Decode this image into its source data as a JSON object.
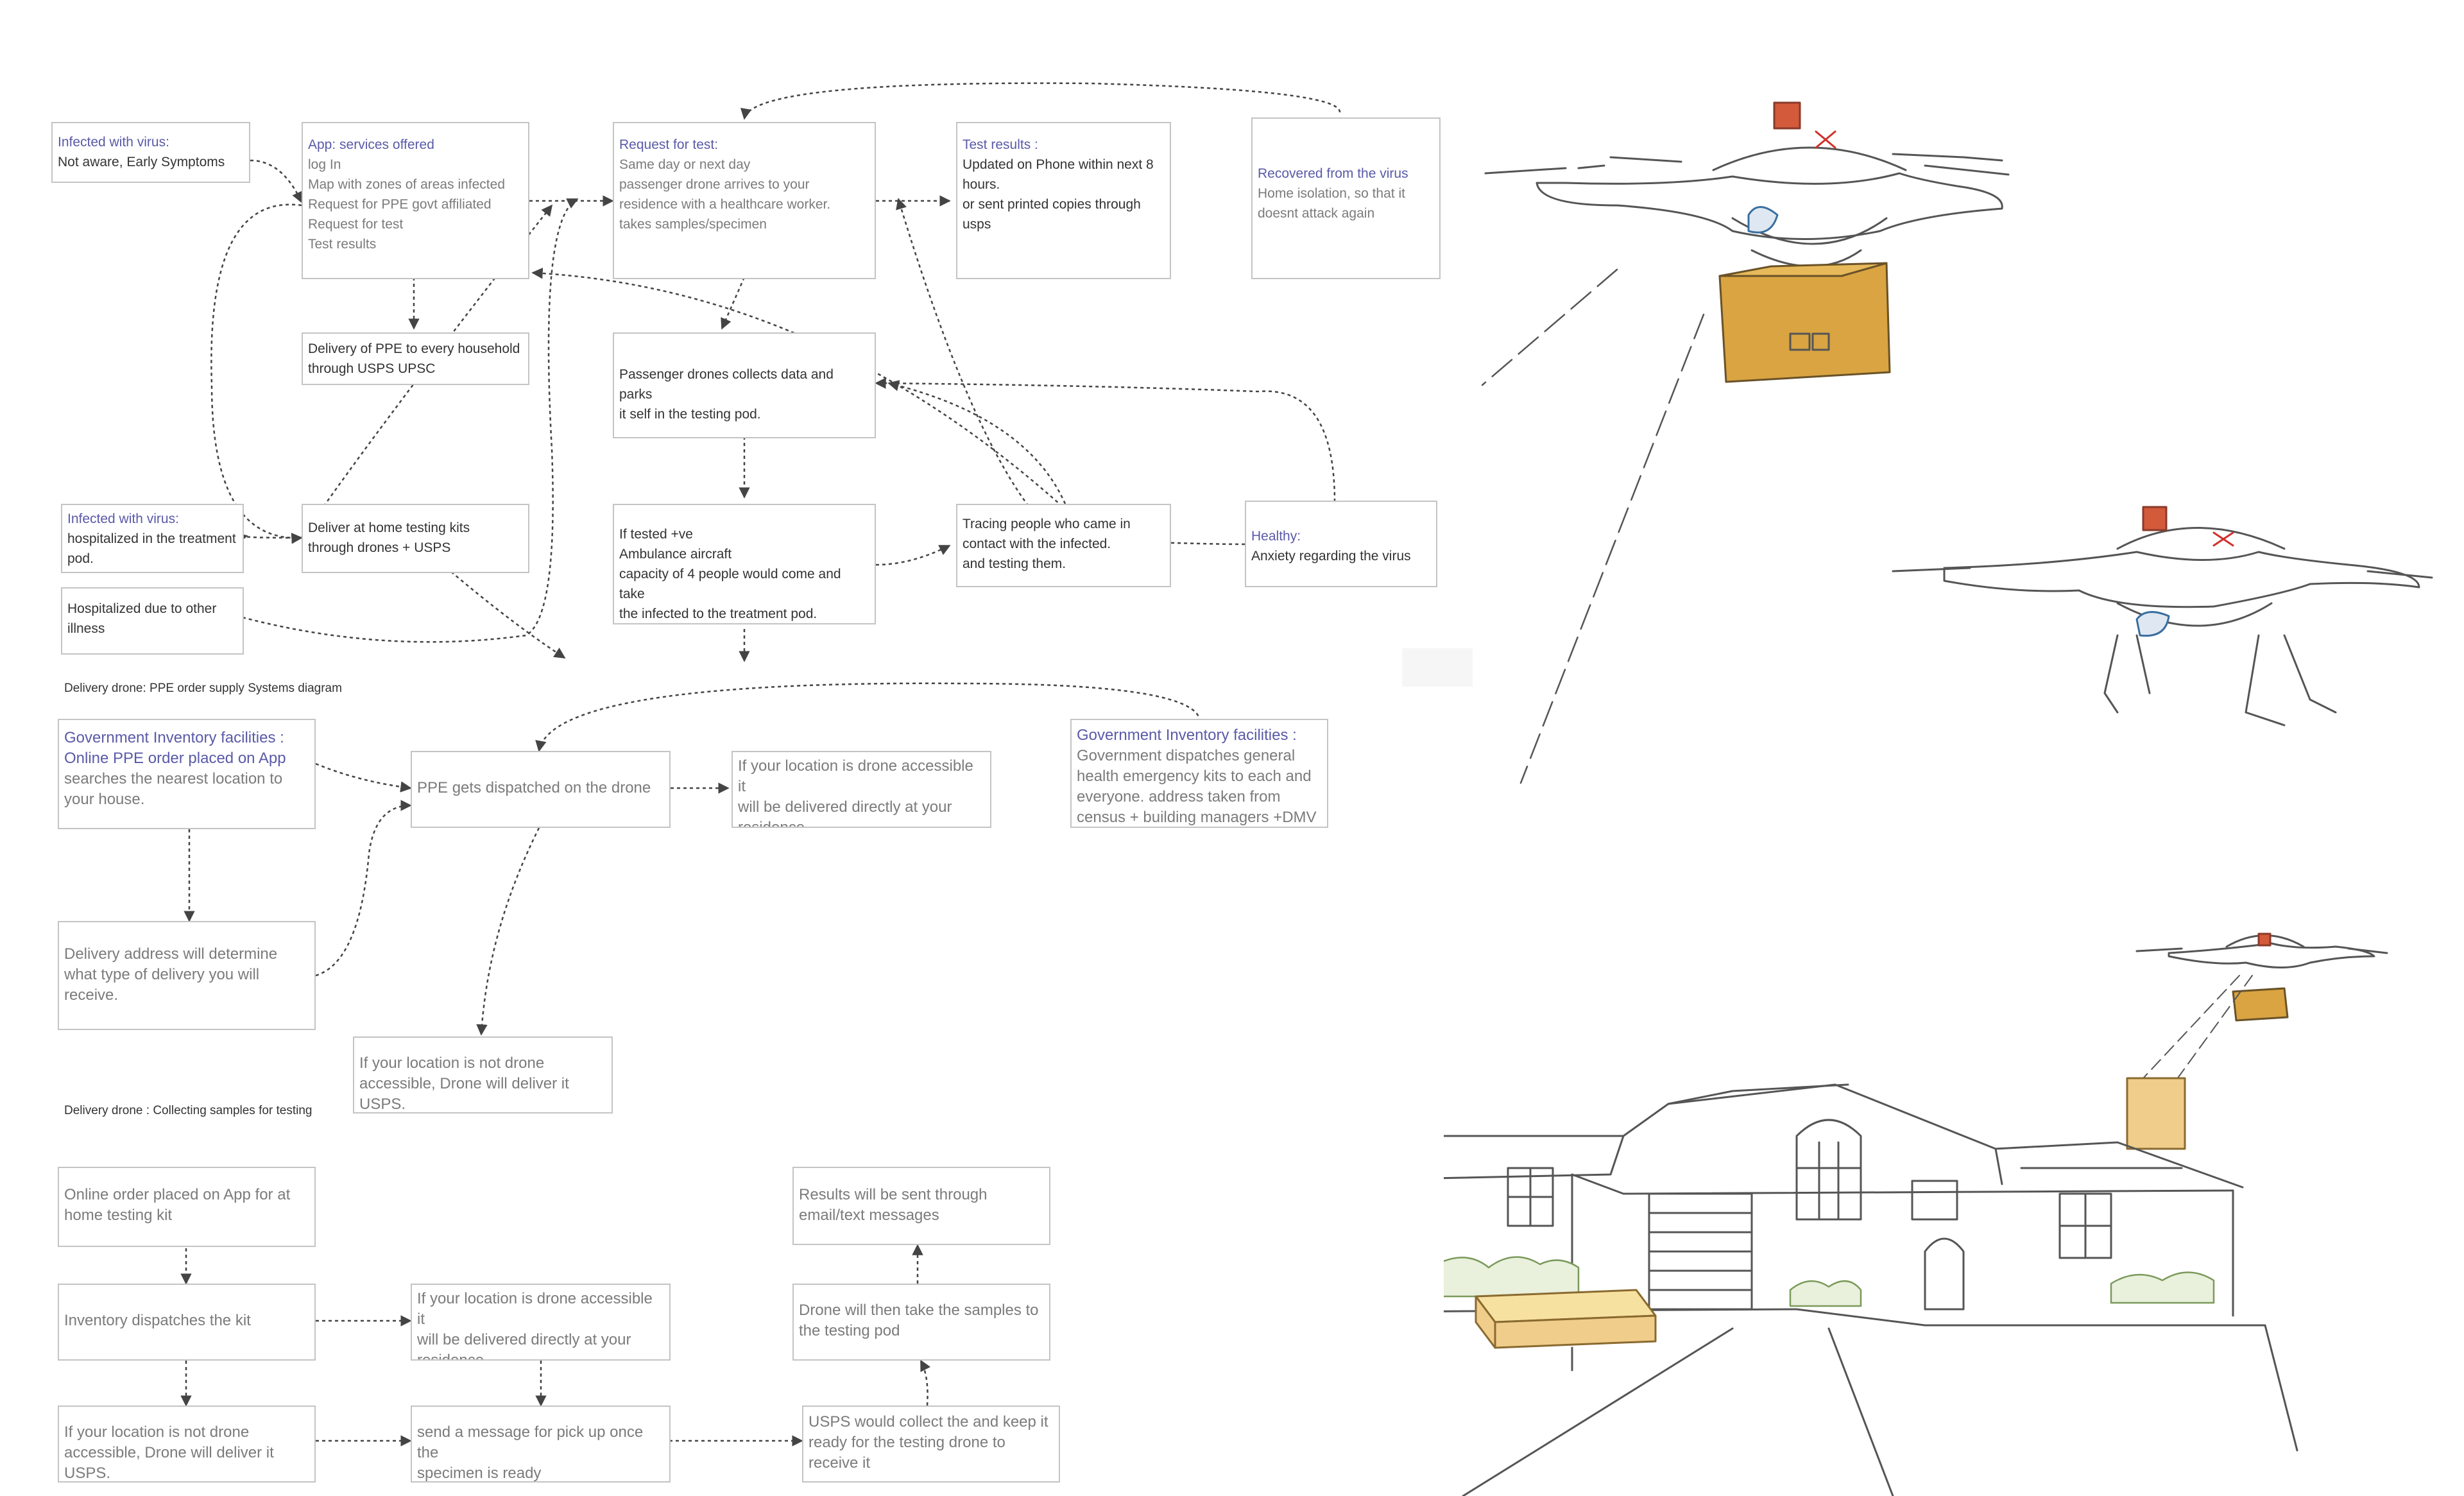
{
  "sections": {
    "ppe_title": "Delivery drone: PPE order supply Systems diagram",
    "samples_title": "Delivery drone  : Collecting samples for testing"
  },
  "top": {
    "infected1": {
      "title": "Infected with virus:",
      "lines": [
        "Not aware, Early Symptoms"
      ]
    },
    "app": {
      "title": "App: services offered",
      "lines": [
        "log In",
        "Map with zones of areas infected",
        "Request for PPE govt affiliated",
        "Request for test",
        "Test results"
      ]
    },
    "request": {
      "title": "Request for test:",
      "lines": [
        "Same day or next day",
        "passenger drone arrives to your",
        "residence with a healthcare worker.",
        "takes samples/specimen"
      ]
    },
    "results": {
      "title": "Test results :",
      "lines": [
        "Updated on Phone within next 8",
        "hours.",
        "or sent printed copies through",
        "usps"
      ]
    },
    "recovered": {
      "title": "Recovered from the virus",
      "lines": [
        "Home isolation, so that it",
        "doesnt attack again"
      ]
    },
    "ppe_delivery": {
      "lines": [
        "Delivery of PPE to every household",
        "through USPS            UPSC"
      ]
    },
    "passenger": {
      "lines": [
        "Passenger drones collects data and parks",
        "it self in the testing pod."
      ]
    },
    "infected2": {
      "title": "Infected with virus:",
      "lines": [
        "hospitalized in the treatment",
        "pod."
      ]
    },
    "kits": {
      "lines": [
        "Deliver at home testing kits",
        "through drones + USPS"
      ]
    },
    "tested": {
      "lines": [
        "If tested +ve",
        "Ambulance aircraft",
        "capacity of 4 people would come and take",
        "the infected to the treatment pod."
      ]
    },
    "tracing": {
      "lines": [
        "Tracing people who came in",
        "contact with the infected.",
        "and testing them."
      ]
    },
    "healthy": {
      "title": "Healthy:",
      "lines": [
        "Anxiety regarding the virus"
      ]
    },
    "hospitalized": {
      "lines": [
        "Hospitalized due to other",
        "illness"
      ]
    }
  },
  "ppe": {
    "gov1": {
      "title": "Government Inventory facilities :",
      "title2": "Online PPE order placed on App",
      "lines": [
        "searches the nearest location to",
        "your house."
      ]
    },
    "dispatched": {
      "lines": [
        "PPE gets dispatched on the drone"
      ]
    },
    "accessible": {
      "lines": [
        "If your location is drone accessible it",
        "will be delivered directly at your",
        "residence"
      ]
    },
    "gov2": {
      "title": "Government Inventory facilities :",
      "lines": [
        "Government dispatches general",
        "health emergency kits to each and",
        "everyone. address taken from",
        "census + building managers +DMV"
      ]
    },
    "address": {
      "lines": [
        "Delivery address will determine",
        "what type of delivery you will",
        "receive."
      ]
    },
    "not_accessible": {
      "lines": [
        "If your location is not drone",
        "accessible, Drone will deliver it USPS."
      ]
    }
  },
  "samples": {
    "online": {
      "lines": [
        "Online order placed on App for at",
        "home testing kit"
      ]
    },
    "inventory": {
      "lines": [
        "Inventory dispatches the kit"
      ]
    },
    "accessible": {
      "lines": [
        "If your location is drone accessible it",
        "will be delivered directly at your",
        "residence"
      ]
    },
    "not_accessible": {
      "lines": [
        "If your location is not drone",
        "accessible, Drone will deliver it USPS."
      ]
    },
    "message": {
      "lines": [
        "send a message for pick up once the",
        "specimen is ready"
      ]
    },
    "usps": {
      "lines": [
        "USPS would collect the and keep it",
        "ready for the testing drone to",
        "receive it"
      ]
    },
    "drone_take": {
      "lines": [
        "Drone will then take the samples to",
        "the testing pod"
      ]
    },
    "results": {
      "lines": [
        "Results will be sent through",
        "email/text messages"
      ]
    }
  },
  "colors": {
    "title": "#5a5aa8",
    "border": "#c4c4c4",
    "box_fill": "#d9a441",
    "line": "#444444"
  }
}
